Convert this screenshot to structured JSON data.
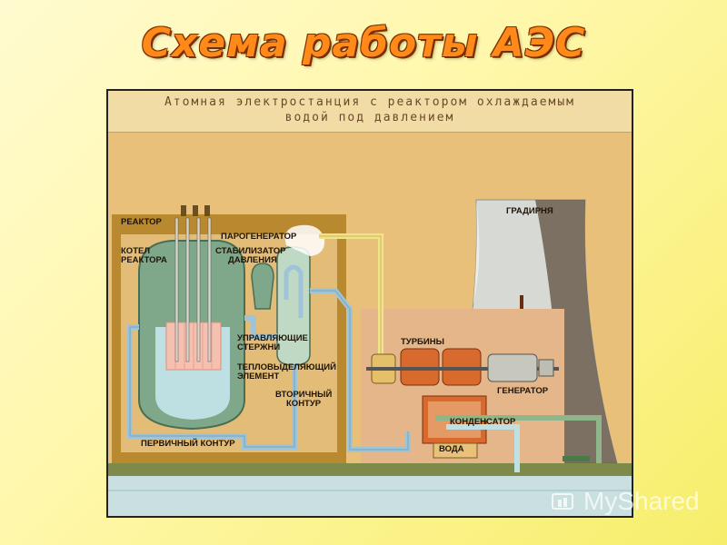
{
  "title": "Схема работы АЭС",
  "diagram": {
    "caption_line1": "Атомная электростанция с реактором охлаждаемым",
    "caption_line2": "водой под давлением",
    "labels": {
      "reactor": "РЕАКТОР",
      "reactor_vessel_line1": "КОТЕЛ",
      "reactor_vessel_line2": "РЕАКТОРА",
      "steam_generator": "ПАРОГЕНЕРАТОР",
      "pressurizer_line1": "СТАБИЛИЗАТОР",
      "pressurizer_line2": "ДАВЛЕНИЯ",
      "control_rods_line1": "УПРАВЛЯЮЩИЕ",
      "control_rods_line2": "СТЕРЖНИ",
      "fuel_line1": "ТЕПЛОВЫДЕЛЯЮЩИЙ",
      "fuel_line2": "ЭЛЕМЕНТ",
      "secondary_line1": "ВТОРИЧНЫЙ",
      "secondary_line2": "КОНТУР",
      "primary": "ПЕРВИЧНЫЙ КОНТУР",
      "cooling_tower": "ГРАДИРНЯ",
      "turbines": "ТУРБИНЫ",
      "generator": "ГЕНЕРАТОР",
      "condenser": "КОНДЕНСАТОР",
      "water": "ВОДА"
    }
  },
  "watermark": "MyShared",
  "colors": {
    "title": "#ff8a1a",
    "frame_bg": "#e8c27a",
    "containment": "#b8892e",
    "vessel": "#7fa88a",
    "pipe_blue": "#9fc4d8",
    "pipe_yellow": "#f2e28a",
    "turbine": "#d86a2e",
    "water": "#c9dfe0"
  }
}
